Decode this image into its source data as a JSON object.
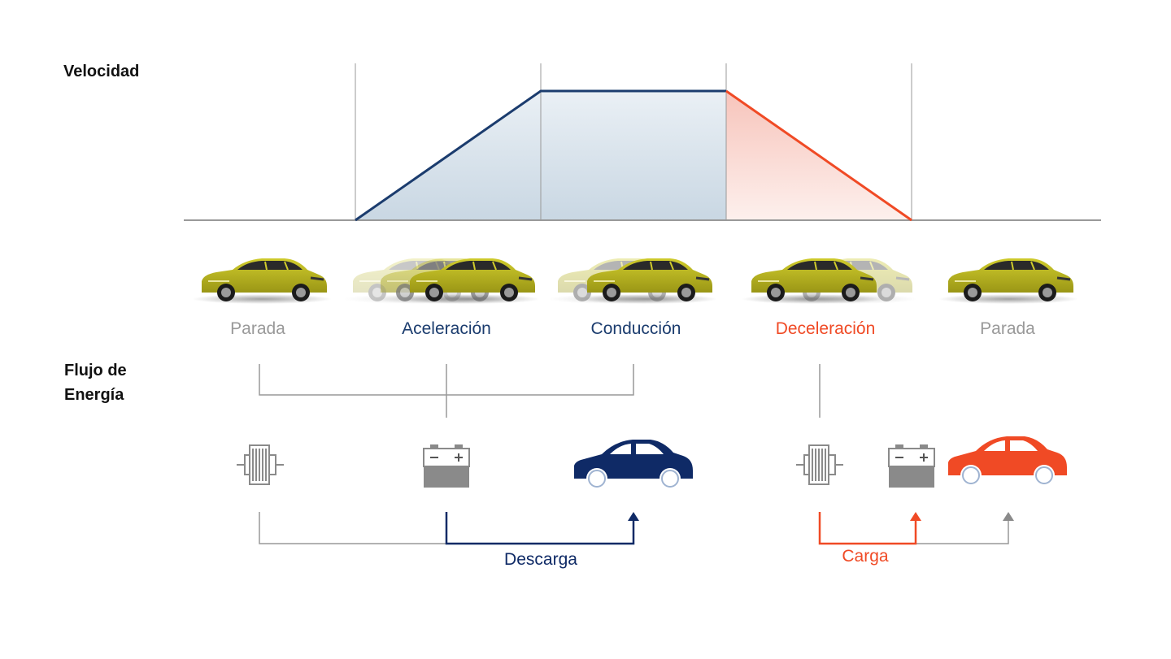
{
  "labels": {
    "speed": "Velocidad",
    "flow_line1": "Flujo de",
    "flow_line2": "Energía"
  },
  "phases": [
    {
      "label": "Parada",
      "color": "#999999"
    },
    {
      "label": "Aceleración",
      "color": "#1b3c6e"
    },
    {
      "label": "Conducción",
      "color": "#1b3c6e"
    },
    {
      "label": "Deceleración",
      "color": "#f04a25"
    },
    {
      "label": "Parada",
      "color": "#999999"
    }
  ],
  "flows": {
    "discharge": "Descarga",
    "charge": "Carga"
  },
  "colors": {
    "navy": "#0f2a66",
    "orange": "#f04a25",
    "gray": "#8f8f8f",
    "car_yellow": "#b9b51f"
  },
  "icons": [
    "motor-icon",
    "battery-icon",
    "car-icon"
  ]
}
